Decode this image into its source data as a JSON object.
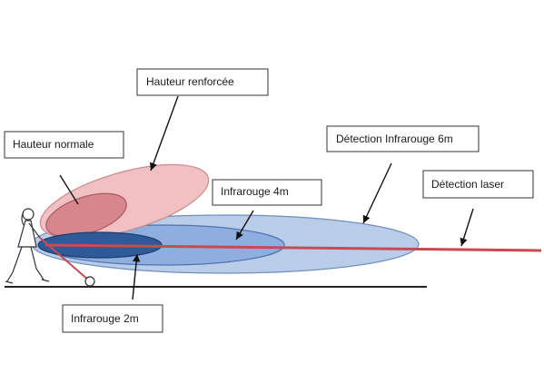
{
  "labels": {
    "hauteur_renforcee": "Hauteur renforcée",
    "hauteur_normale": "Hauteur normale",
    "detection_infrarouge_6m": "Détection Infrarouge 6m",
    "infrarouge_4m": "Infrarouge 4m",
    "detection_laser": "Détection laser",
    "infrarouge_2m": "Infrarouge 2m"
  },
  "colors": {
    "infrarouge_6m_zone": "#b9cde8",
    "infrarouge_4m_zone": "#8faee0",
    "infrarouge_2m_zone": "#2f5a9a",
    "hauteur_renforcee_zone": "#f0c0c2",
    "hauteur_normale_zone": "#d7868b",
    "laser_beam": "#c94a4f",
    "ground": "#222222"
  }
}
